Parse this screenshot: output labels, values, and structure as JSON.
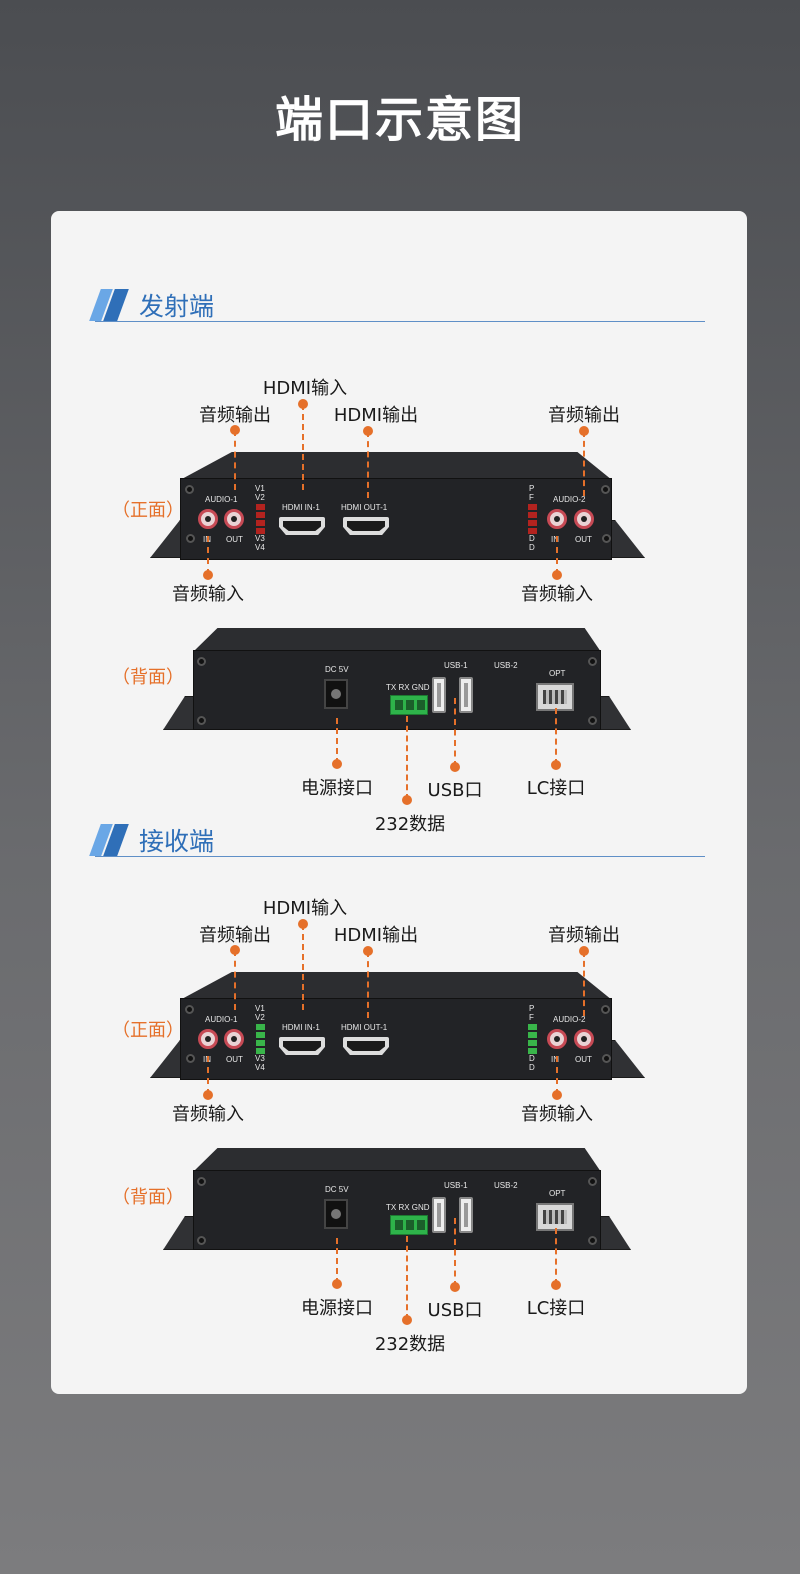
{
  "title": "端口示意图",
  "sections": [
    {
      "label": "发射端",
      "front": {
        "view": "（正面）",
        "led_color": "#b3231f",
        "panel": {
          "audio1": "AUDIO-1",
          "in1": "IN",
          "out1": "OUT",
          "v12": "V1\nV2",
          "v34": "V3\nV4",
          "hdmi_in": "HDMI IN-1",
          "hdmi_out": "HDMI OUT-1",
          "pf": "P\nF",
          "dd": "D\nD",
          "audio2": "AUDIO-2",
          "in2": "IN",
          "out2": "OUT"
        },
        "labels": {
          "audio_out_left": "音频输出",
          "hdmi_in": "HDMI输入",
          "hdmi_out": "HDMI输出",
          "audio_out_right": "音频输出",
          "audio_in_left": "音频输入",
          "audio_in_right": "音频输入"
        }
      },
      "back": {
        "view": "（背面）",
        "panel": {
          "dc": "DC 5V",
          "txrx": "TX RX GND",
          "usb1": "USB-1",
          "usb2": "USB-2",
          "opt": "OPT"
        },
        "labels": {
          "power": "电源接口",
          "usb": "USB口",
          "lc": "LC接口",
          "rs232": "232数据"
        }
      }
    },
    {
      "label": "接收端",
      "front": {
        "view": "（正面）",
        "led_color": "#39b54a",
        "panel": {
          "audio1": "AUDIO-1",
          "in1": "IN",
          "out1": "OUT",
          "v12": "V1\nV2",
          "v34": "V3\nV4",
          "hdmi_in": "HDMI IN-1",
          "hdmi_out": "HDMI OUT-1",
          "pf": "P\nF",
          "dd": "D\nD",
          "audio2": "AUDIO-2",
          "in2": "IN",
          "out2": "OUT"
        },
        "labels": {
          "audio_out_left": "音频输出",
          "hdmi_in": "HDMI输入",
          "hdmi_out": "HDMI输出",
          "audio_out_right": "音频输出",
          "audio_in_left": "音频输入",
          "audio_in_right": "音频输入"
        }
      },
      "back": {
        "view": "（背面）",
        "panel": {
          "dc": "DC 5V",
          "txrx": "TX RX GND",
          "usb1": "USB-1",
          "usb2": "USB-2",
          "opt": "OPT"
        },
        "labels": {
          "power": "电源接口",
          "usb": "USB口",
          "lc": "LC接口",
          "rs232": "232数据"
        }
      }
    }
  ]
}
